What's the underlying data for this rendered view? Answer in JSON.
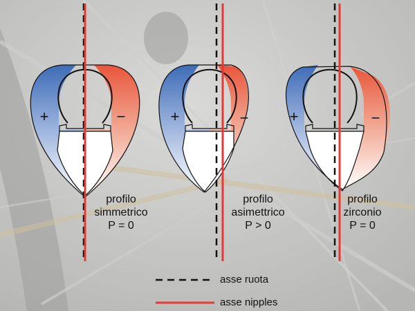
{
  "profiles": [
    {
      "name": "profilo",
      "type": "simmetrico",
      "pressure": "P = 0"
    },
    {
      "name": "profilo",
      "type": "asimettrico",
      "pressure": "P > 0"
    },
    {
      "name": "profilo",
      "type": "zirconio",
      "pressure": "P = 0"
    }
  ],
  "signs": {
    "plus": "+",
    "minus": "−"
  },
  "legend": {
    "wheel_axis": "asse ruota",
    "nipple_axis": "asse nipples"
  },
  "colors": {
    "positive": "#3a6ab8",
    "negative": "#e8563a",
    "nipple_line": "#e53935",
    "wheel_line": "#111111"
  }
}
